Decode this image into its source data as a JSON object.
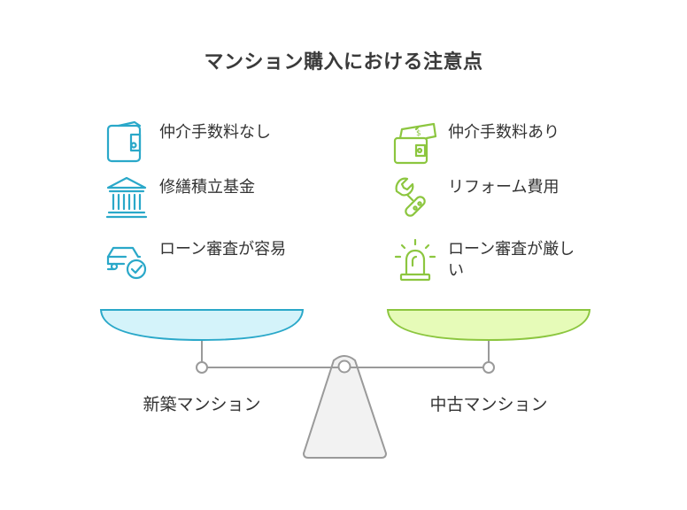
{
  "title": "マンション購入における注意点",
  "left": {
    "name": "新築マンション",
    "color": "#2aa8c9",
    "fill": "#d4f3fa",
    "items": [
      {
        "label": "仲介手数料なし",
        "icon": "wallet-icon"
      },
      {
        "label": "修繕積立基金",
        "icon": "bank-building-icon"
      },
      {
        "label": "ローン審査が容易",
        "icon": "car-check-icon"
      }
    ]
  },
  "right": {
    "name": "中古マンション",
    "color": "#8cc63f",
    "fill": "#e6fbb8",
    "items": [
      {
        "label": "仲介手数料あり",
        "icon": "wallet-money-icon"
      },
      {
        "label": "リフォーム費用",
        "icon": "wrench-icon"
      },
      {
        "label": "ローン審査が厳しい",
        "icon": "alarm-light-icon"
      }
    ]
  }
}
